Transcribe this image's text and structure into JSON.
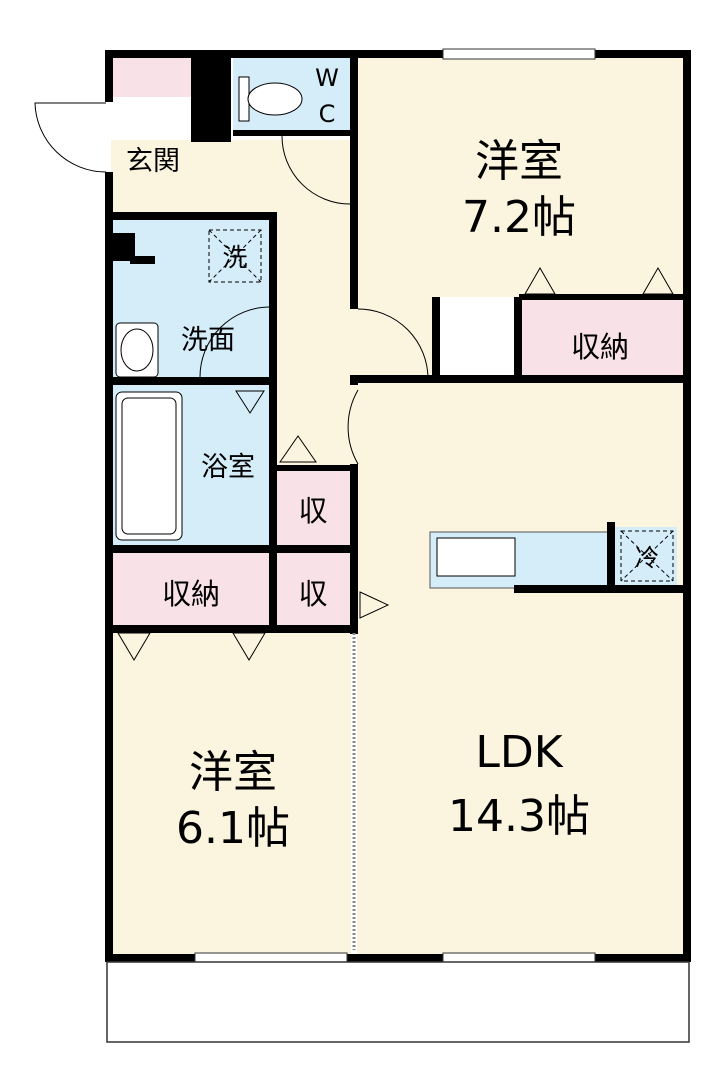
{
  "rooms": {
    "entrance": "玄関",
    "wc_w": "W",
    "wc_c": "C",
    "western1_name": "洋室",
    "western1_size": "7.2帖",
    "storage1": "収納",
    "washer": "洗",
    "washroom": "洗面",
    "bath": "浴室",
    "closet_a": "収",
    "closet_b": "収",
    "storage2": "収納",
    "fridge": "冷",
    "western2_name": "洋室",
    "western2_size": "6.1帖",
    "ldk_name": "LDK",
    "ldk_size": "14.3帖"
  },
  "colors": {
    "floor": "#fbf4df",
    "wet_area": "#d5edf8",
    "storage": "#f9e1e8",
    "wall": "#000000"
  }
}
